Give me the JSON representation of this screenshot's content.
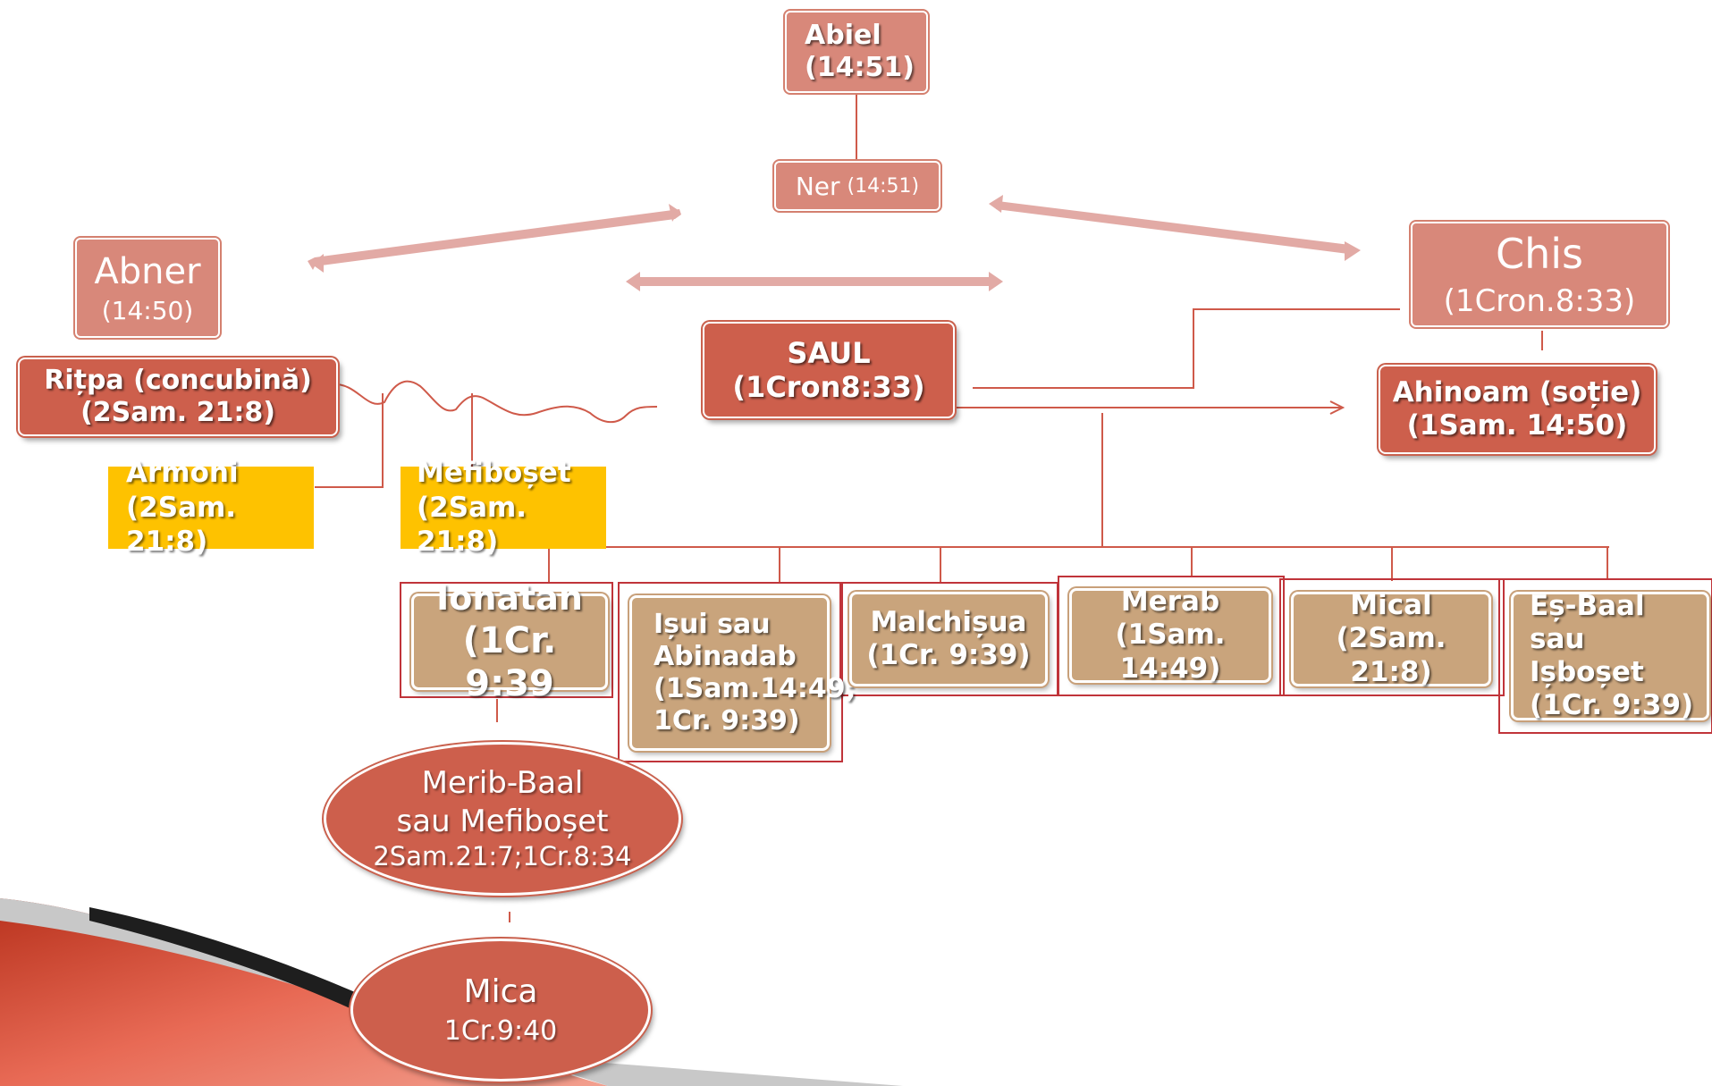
{
  "colors": {
    "node_red": "#cd5f4c",
    "node_pale": "#d8887a",
    "node_gold": "#fec200",
    "node_tan": "#c9a47c",
    "connector": "#cf5a4a",
    "arrow": "#e2aaa5",
    "frame": "#c0343a"
  },
  "nodes": {
    "abiel": {
      "name": "Abiel",
      "ref": "(14:51)"
    },
    "ner": {
      "name": "Ner",
      "ref": "(14:51)"
    },
    "abner": {
      "name": "Abner",
      "ref": "(14:50)"
    },
    "chis": {
      "name": "Chis",
      "ref": "(1Cron.8:33)"
    },
    "saul": {
      "name": "SAUL",
      "ref": "(1Cron8:33)"
    },
    "ritpa": {
      "name": "Rițpa (concubină)",
      "ref": "(2Sam. 21:8)"
    },
    "ahinoam": {
      "name": "Ahinoam (soție)",
      "ref": "(1Sam. 14:50)"
    },
    "armoni": {
      "name": "Armoni",
      "ref": "(2Sam. 21:8)"
    },
    "mefiboset": {
      "name": "Mefiboșet",
      "ref": "(2Sam. 21:8)"
    },
    "ionatan": {
      "name": "Ionatan",
      "ref": "(1Cr. 9:39"
    },
    "isui": {
      "name1": "Ișui sau",
      "name2": "Abinadab",
      "ref1": "(1Sam.14:49;",
      "ref2": "1Cr. 9:39)"
    },
    "malchisua": {
      "name": "Malchișua",
      "ref": "(1Cr. 9:39)"
    },
    "merab": {
      "name": "Merab",
      "ref": "(1Sam. 14:49)"
    },
    "mical": {
      "name": "Mical",
      "ref": "(2Sam. 21:8)"
    },
    "esbaal": {
      "name1": "Eș-Baal sau",
      "name2": "Ișboșet",
      "ref": "(1Cr. 9:39)"
    },
    "merib_baal": {
      "name": "Merib-Baal",
      "alt": "sau Mefiboșet",
      "ref": "2Sam.21:7;1Cr.8:34"
    },
    "mica": {
      "name": "Mica",
      "ref": "1Cr.9:40"
    }
  }
}
